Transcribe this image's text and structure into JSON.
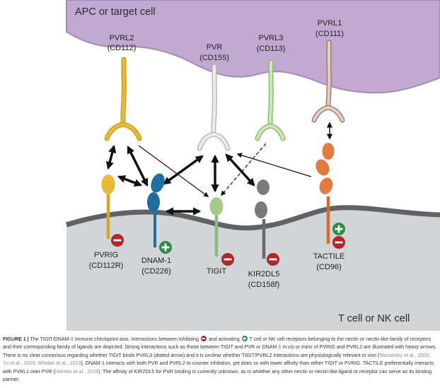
{
  "regions": {
    "apc_label": "APC or target cell",
    "tcell_label": "T cell or NK cell"
  },
  "ligands": {
    "pvrl2": {
      "name": "PVRL2",
      "alt": "(CD112)",
      "color": "#e9b937"
    },
    "pvr": {
      "name": "PVR",
      "alt": "(CD155)",
      "color": "#d6d6d6"
    },
    "pvrl3": {
      "name": "PVRL3",
      "alt": "(CD113)",
      "color": "#b5d69a"
    },
    "pvrl1": {
      "name": "PVRL1",
      "alt": "(CD111)",
      "color": "#d8b9ae"
    }
  },
  "receptors": {
    "pvrig": {
      "name": "PVRIG",
      "alt": "(CD112R)",
      "signal": "inhibitory",
      "color": "#e9b937"
    },
    "dnam1": {
      "name": "DNAM-1",
      "alt": "(CD226)",
      "signal": "activating",
      "color": "#1e6fa0"
    },
    "tigit": {
      "name": "TIGIT",
      "alt": "",
      "signal": "inhibitory",
      "color": "#a8c98a"
    },
    "kir2dl5": {
      "name": "KIR2DL5",
      "alt": "(CD158f)",
      "signal": "inhibitory",
      "color": "#7a7a7a"
    },
    "tactile": {
      "name": "TACTILE",
      "alt": "(CD96)",
      "signal": "both",
      "color": "#e17b3f"
    }
  },
  "caption": {
    "label": "FIGURE 1 |",
    "s1": " The TIGIT/DNAM-1 immune checkpoint axis. Interactions between inhibiting ",
    "s2": " and activating ",
    "s3": " T cell or NK cell receptors belonging to the nectin or nectin-like family of receptors and their corresponding family of ligands are depicted. Strong interactions such as those between TIGIT and PVR or DNAM-1 in ",
    "cis": "cis",
    "s4": " or ",
    "trans": "trans",
    "s5": " of PVRIG and PVRL2 are illustrated with heavy arrows. There is no clear consensus regarding whether TIGIT binds PVRL3 (dotted arrow) and it is unclear whether TIGIT/PVRL2 interactions are physiologically relevant ",
    "invivo": "in vivo",
    "s6": " (",
    "ref1": "Stanietsky et al., 2009; Yu et al., 2009; Whelan et al., 2019",
    "s7": "). DNAM-1 interacts with both PVR and PVRL2 to counter inhibition, yet does so with lower affinity than either TIGIT or PVRIG. TACTILE preferentially interacts with PVRL1 over PVR (",
    "ref2": "Holmes et al., 2019",
    "s8": "). The affinity of KIR2DL5 for PVR binding is currently unknown, as is whether any other nectin or nectin-like ligand or receptor can serve as its binding partner."
  },
  "colors": {
    "apc_fill": "#c2a9d1",
    "apc_edge": "#a58ab8",
    "tcell_fill": "#d2d5d8",
    "membrane": "#5f6368",
    "inhibit": "#b32529",
    "activate": "#2e8b45"
  }
}
